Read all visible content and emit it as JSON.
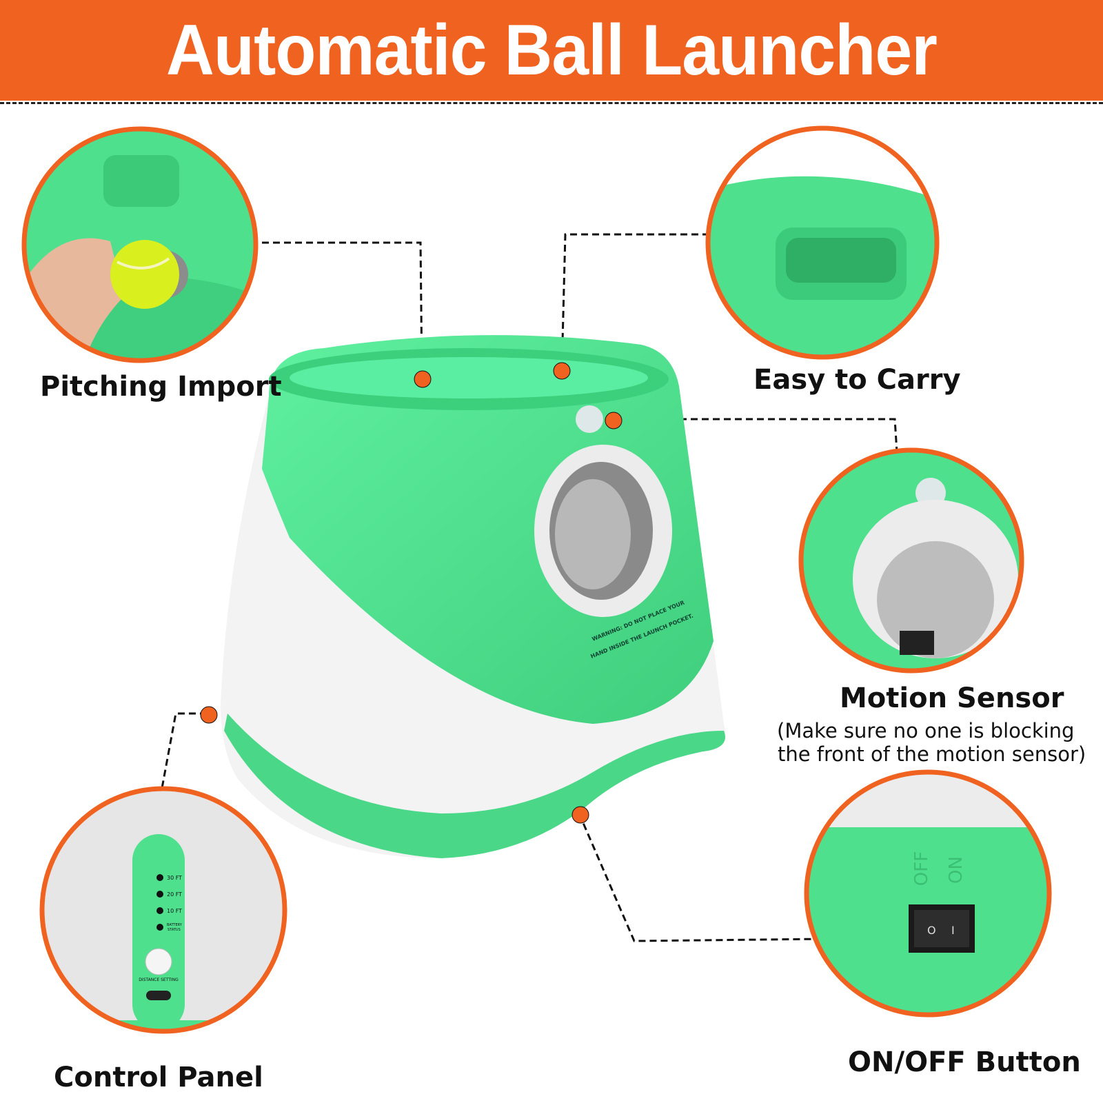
{
  "header": {
    "title": "Automatic Ball Launcher Features"
  },
  "colors": {
    "accent": "#f0621f",
    "green": "#4fe08e",
    "white": "#f4f4f4"
  },
  "features": [
    {
      "id": "pitching-import",
      "label": "Pitching Import"
    },
    {
      "id": "easy-to-carry",
      "label": "Easy to Carry"
    },
    {
      "id": "motion-sensor",
      "label": "Motion Sensor",
      "note_line1": "(Make sure no one is blocking",
      "note_line2": "the front of the motion sensor)"
    },
    {
      "id": "control-panel",
      "label": "Control Panel"
    },
    {
      "id": "on-off-button",
      "label": "ON/OFF Button"
    }
  ],
  "control_panel": {
    "levels": [
      "30 FT",
      "20 FT",
      "10 FT"
    ],
    "battery_line1": "BATTERY",
    "battery_line2": "STATUS",
    "button_label": "DISTANCE SETTING"
  },
  "switch": {
    "off": "OFF",
    "on": "ON",
    "o_mark": "O",
    "i_mark": "I"
  },
  "product": {
    "warning_line1": "WARNING: DO NOT PLACE YOUR",
    "warning_line2": "HAND INSIDE THE LAUNCH POCKET."
  }
}
